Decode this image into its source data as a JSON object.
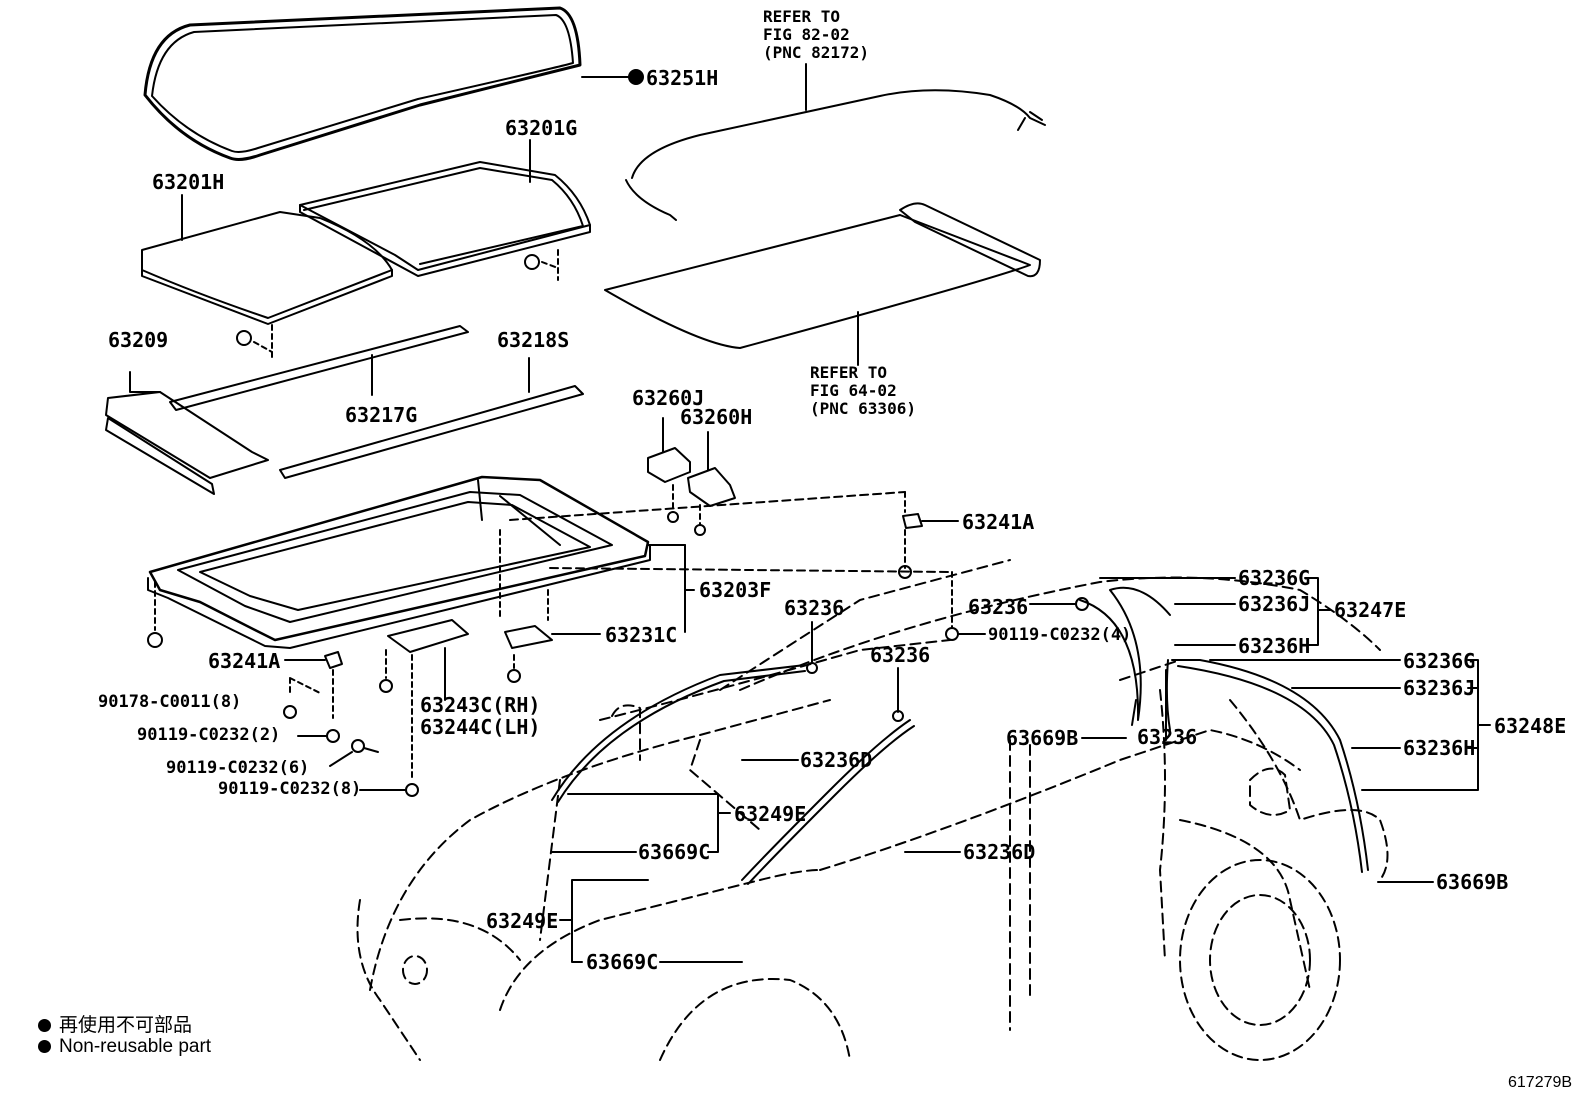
{
  "labels": {
    "p63251H": "63251H",
    "p63201G": "63201G",
    "p63201H": "63201H",
    "p63209": "63209",
    "p63218S": "63218S",
    "p63217G": "63217G",
    "p63260J": "63260J",
    "p63260H": "63260H",
    "p63241A_top": "63241A",
    "p63203F": "63203F",
    "p63231C": "63231C",
    "p63241A_left": "63241A",
    "p90178": "90178-C0011(8)",
    "p90119_2": "90119-C0232(2)",
    "p90119_6": "90119-C0232(6)",
    "p90119_8": "90119-C0232(8)",
    "p90119_4": "90119-C0232(4)",
    "p63243C": "63243C(RH)",
    "p63244C": "63244C(LH)",
    "p63236_a": "63236",
    "p63236_b": "63236",
    "p63236_c": "63236",
    "p63236_d": "63236",
    "p63236G_1": "63236G",
    "p63236J_1": "63236J",
    "p63236H_1": "63236H",
    "p63247E": "63247E",
    "p63236G_2": "63236G",
    "p63236J_2": "63236J",
    "p63236H_2": "63236H",
    "p63248E": "63248E",
    "p63669B_1": "63669B",
    "p63669B_2": "63669B",
    "p63236D_1": "63236D",
    "p63236D_2": "63236D",
    "p63249E_1": "63249E",
    "p63249E_2": "63249E",
    "p63669C_1": "63669C",
    "p63669C_2": "63669C"
  },
  "references": {
    "fig82": "REFER TO\nFIG 82-02\n(PNC 82172)",
    "fig64": "REFER TO\nFIG 64-02\n(PNC 63306)"
  },
  "legend": {
    "jp": "再使用不可部品",
    "en": "Non-reusable part"
  },
  "figure_id": "617279B"
}
